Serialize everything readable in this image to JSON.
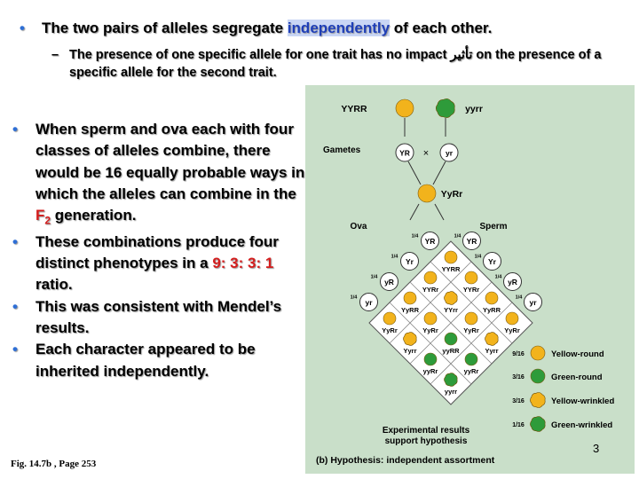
{
  "bullets_top": {
    "main_pre": "The two pairs of alleles segregate ",
    "main_highlight": "independently",
    "main_post": " of each other.",
    "sub_dash": "–",
    "sub_text": "The presence of one specific allele for one trait has no impact تأثير on the presence of a specific allele for the second trait."
  },
  "bullets_left": [
    {
      "pre": "When sperm and ova each with four classes of alleles combine, there would be 16 equally probable ways in which the alleles can combine in the ",
      "red": "F",
      "red_sub": "2",
      "post": " generation."
    },
    {
      "pre": "These combinations produce four distinct phenotypes in a ",
      "red": "9: 3: 3: 1",
      "post": " ratio."
    },
    {
      "pre": "This was consistent with Mendel’s results.",
      "red": "",
      "post": ""
    },
    {
      "pre": "Each character appeared to be inherited independently.",
      "red": "",
      "post": ""
    }
  ],
  "bullet_glyph": "•",
  "caption": "Fig. 14.7b , Page 253",
  "page_number": "3",
  "figure": {
    "parent_left": "YYRR",
    "parent_right": "yyrr",
    "gametes_label": "Gametes",
    "gamete_left": "YR",
    "gamete_right": "yr",
    "cross_symbol": "×",
    "f1": "YyRr",
    "ova_label": "Ova",
    "sperm_label": "Sperm",
    "quarter": "1/4",
    "sperm_gametes": [
      "YR",
      "Yr",
      "yR",
      "yr"
    ],
    "ova_gametes": [
      "YR",
      "Yr",
      "yR",
      "yr"
    ],
    "grid_cells": [
      "YYRR",
      "YYRr",
      "YyRR",
      "YyRr",
      "YYRr",
      "YYrr",
      "YyRr",
      "Yyrr",
      "YyRR",
      "YyRr",
      "yyRR",
      "yyRr",
      "YyRr",
      "Yyrr",
      "yyRr",
      "yyrr"
    ],
    "results_label_1": "Experimental results",
    "results_label_2": "support hypothesis",
    "legend": [
      {
        "ratio": "9/16",
        "label": "Yellow-round"
      },
      {
        "ratio": "3/16",
        "label": "Green-round"
      },
      {
        "ratio": "3/16",
        "label": "Yellow-wrinkled"
      },
      {
        "ratio": "1/16",
        "label": "Green-wrinkled"
      }
    ],
    "hypothesis_caption": "(b) Hypothesis: independent assortment",
    "colors": {
      "panel": "#c9dfc9",
      "yellow": "#f2b31c",
      "green": "#2e9b3a",
      "grid_bg": "#ffffff"
    }
  }
}
